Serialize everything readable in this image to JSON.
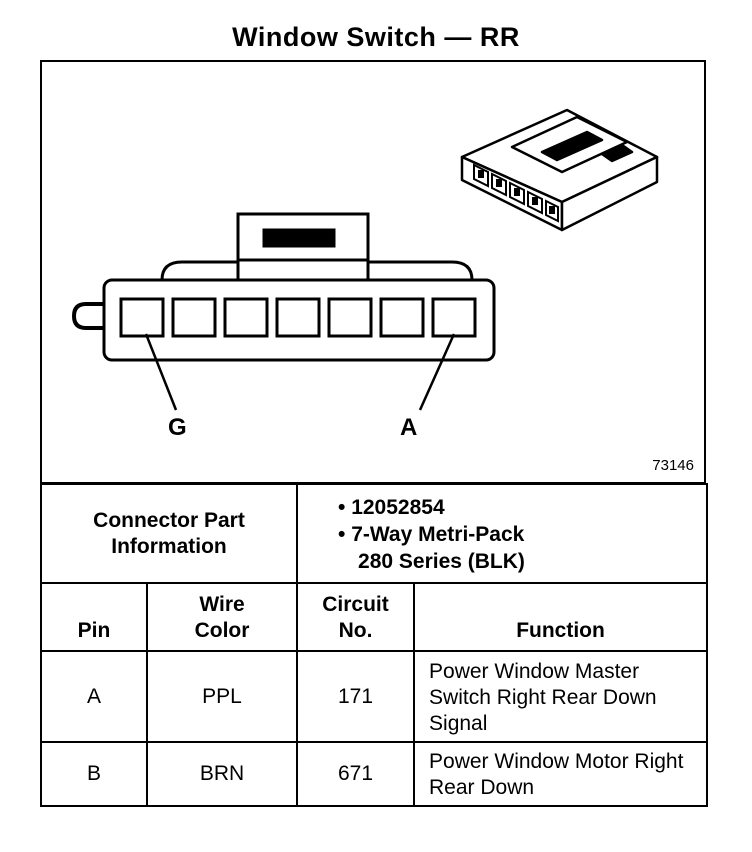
{
  "title": "Window Switch — RR",
  "figure": {
    "pin_left_label": "G",
    "pin_right_label": "A",
    "figure_number": "73146"
  },
  "connector_info": {
    "label": "Connector Part Information",
    "items": [
      "• 12052854",
      "• 7-Way Metri-Pack",
      "280 Series (BLK)"
    ]
  },
  "table": {
    "headers": {
      "pin": "Pin",
      "wire_color": "Wire Color",
      "circuit_no": "Circuit No.",
      "function": "Function"
    },
    "rows": [
      {
        "pin": "A",
        "wire_color": "PPL",
        "circuit": "171",
        "function": "Power Window Master Switch Right Rear Down Signal"
      },
      {
        "pin": "B",
        "wire_color": "BRN",
        "circuit": "671",
        "function": "Power Window Motor Right Rear Down"
      }
    ]
  }
}
